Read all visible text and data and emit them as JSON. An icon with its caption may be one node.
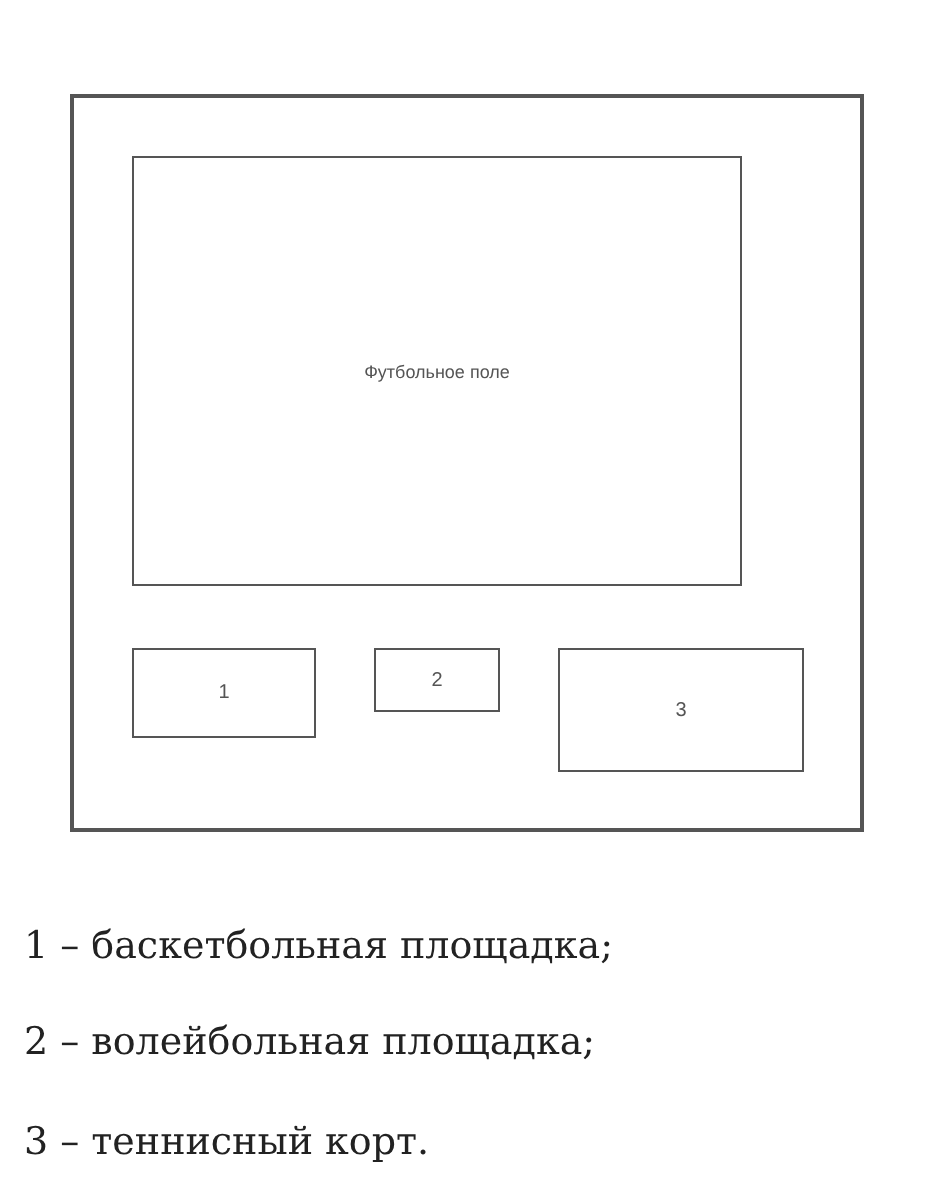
{
  "diagram": {
    "nodes": [
      {
        "text": [],
        "shape": "box"
      },
      {
        "text": [
          "Футбольное поле"
        ],
        "in": 0
      },
      {
        "text": [
          "1"
        ],
        "in": 0
      },
      {
        "text": [
          "2"
        ],
        "in": 0
      },
      {
        "text": [
          "3"
        ],
        "in": 0
      }
    ],
    "labels": [
      "1 – баскетбольная площадка;",
      "2 – волейбольная площадка;",
      "3 – теннисный корт."
    ]
  }
}
